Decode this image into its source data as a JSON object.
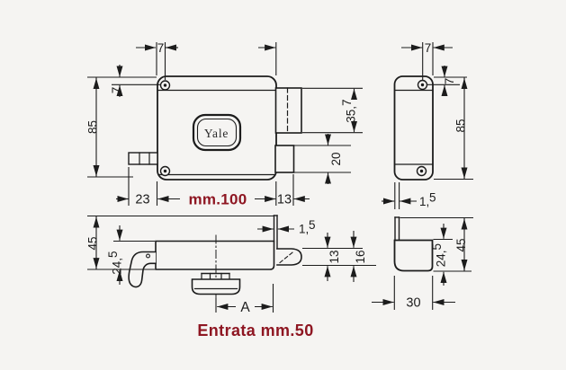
{
  "colors": {
    "ink": "#1c1c1c",
    "accent": "#8e1622",
    "paper": "#f5f4f2"
  },
  "brand_label": "Yale",
  "notes": {
    "width": "mm.100",
    "backset": "Entrata mm.50"
  },
  "dims": {
    "front_screw_offset_top": "7",
    "front_screw_offset_left": "7",
    "front_height": "85",
    "front_left_protrusion": "23",
    "front_bolt_width": "13",
    "housing_height": {
      "main": "35,",
      "sup": "7"
    },
    "bolt_height": "20",
    "side_screw_offset_top": "7",
    "side_screw_offset_right": "7",
    "side_height": "85",
    "side_plate_thickness": {
      "main": "1,",
      "sup": "5"
    },
    "plan_total_depth": "45",
    "plan_body_depth": {
      "main": "24,",
      "sup": "5"
    },
    "plan_plate_thickness": {
      "main": "1,",
      "sup": "5"
    },
    "plan_cyl_diameter": "13",
    "plan_strike_opening": "16",
    "plan_backset": "A",
    "strike_inner_depth": {
      "main": "24,",
      "sup": "5"
    },
    "strike_total_depth": "45",
    "strike_width": "30"
  }
}
